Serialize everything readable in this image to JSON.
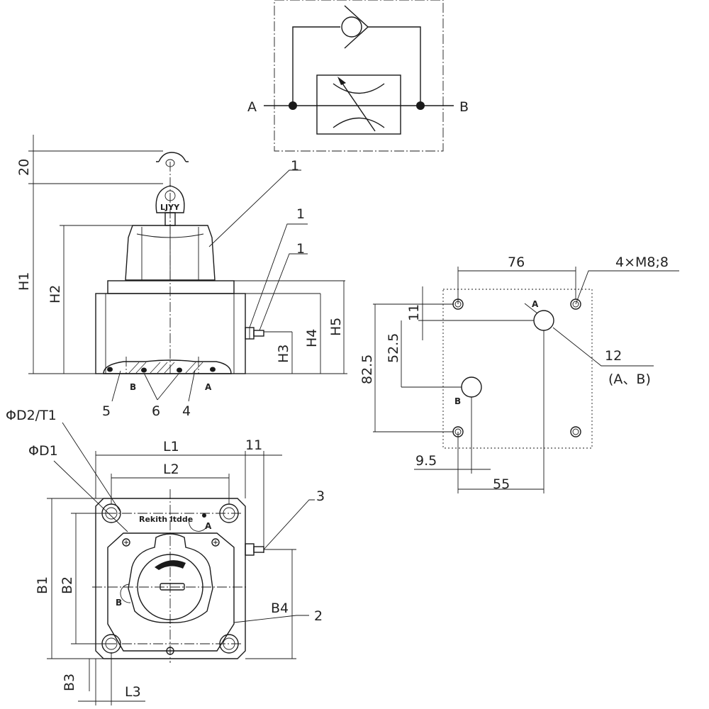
{
  "symbol": {
    "port_a": "A",
    "port_b": "B"
  },
  "side_view": {
    "dim_20": "20",
    "dim_H1": "H1",
    "dim_H2": "H2",
    "dim_H3": "H3",
    "dim_H4": "H4",
    "dim_H5": "H5",
    "callout_1a": "1",
    "callout_1b": "1",
    "callout_1c": "1",
    "callout_4": "4",
    "callout_5": "5",
    "callout_6": "6",
    "port_b": "B",
    "port_a": "A",
    "key_text": "LJYY"
  },
  "top_view": {
    "dim_D2T1": "ΦD2/T1",
    "dim_D1": "ΦD1",
    "dim_L1": "L1",
    "dim_L2": "L2",
    "dim_L3": "L3",
    "dim_11": "11",
    "dim_B1": "B1",
    "dim_B2": "B2",
    "dim_B3": "B3",
    "dim_B4": "B4",
    "callout_2": "2",
    "callout_3": "3",
    "port_a": "A",
    "port_b": "B",
    "brand_text": "Rekith ltdde"
  },
  "mount_view": {
    "dim_76": "76",
    "dim_thread": "4×M8;8",
    "dim_11": "11",
    "dim_52_5": "52.5",
    "dim_82_5": "82.5",
    "dim_9_5": "9.5",
    "dim_55": "55",
    "callout_12": "12",
    "callout_12_sub": "(A、B)",
    "port_a": "A",
    "port_b": "B"
  }
}
